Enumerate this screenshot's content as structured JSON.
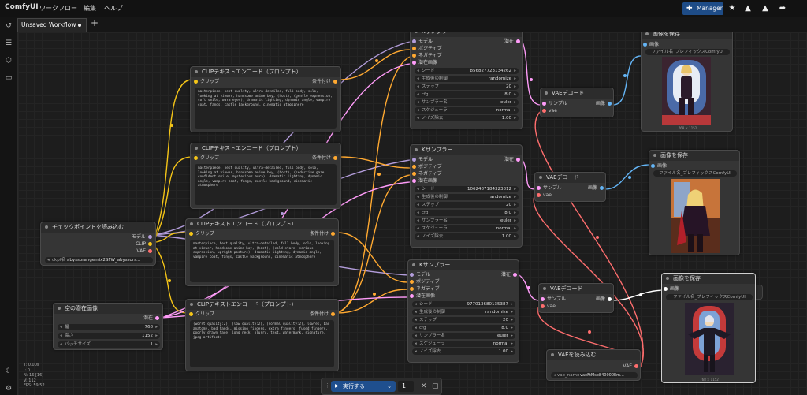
{
  "topbar": {
    "logo": "ComfyUI",
    "menu": [
      "ワークフロー",
      "編集",
      "ヘルプ"
    ],
    "manager_label": "Manager"
  },
  "tabs": {
    "active": "Unsaved Workflow",
    "add": "+"
  },
  "nodes": {
    "ksampler": {
      "title": "Kサンプラー",
      "inputs": [
        "モデル",
        "ポジティブ",
        "ネガティブ",
        "潜在画像"
      ],
      "output": "潜在",
      "widget_labels": [
        "シード",
        "生成後の制御",
        "ステップ",
        "cfg",
        "サンプラー名",
        "スケジューラ",
        "ノイズ除去"
      ]
    },
    "ks1_values": [
      "856827723134262",
      "randomize",
      "20",
      "8.0",
      "euler",
      "normal",
      "1.00"
    ],
    "ks2_values": [
      "1062487184323812",
      "randomize",
      "20",
      "8.0",
      "euler",
      "normal",
      "1.00"
    ],
    "ks3_values": [
      "977013680135387",
      "randomize",
      "20",
      "8.0",
      "euler",
      "normal",
      "1.00"
    ],
    "clip": {
      "title": "CLIPテキストエンコード（プロンプト）",
      "input": "クリップ",
      "output": "条件付け"
    },
    "clip1_text": "masterpiece, best quality, ultra-detailed, full body, solo, looking at viewer, handsome anime boy, (host), (gentle expression, soft smile, warm eyes), dramatic lighting, dynamic angle, vampire coat, fangs, castle background, cinematic atmosphere",
    "clip2_text": "masterpiece, best quality, ultra-detailed, full body, solo, looking at viewer, handsome anime boy, (host), (seductive gaze, confident smile, mysterious aura), dramatic lighting, dynamic angle, vampire coat, fangs, castle background, cinematic atmosphere",
    "clip3_text": "masterpiece, best quality, ultra-detailed, full body, solo, looking at viewer, handsome anime boy, (host), (cold stare, serious expression, upright posture), dramatic lighting, dynamic angle, vampire coat, fangs, castle background, cinematic atmosphere",
    "clip4_text": "(worst quality:2), (low quality:2), (normal quality:2), lowres, bad anatomy, bad hands, missing fingers, extra fingers, fused fingers, poorly drawn face, long neck, blurry, text, watermark, signature, jpeg artifacts",
    "vaedecode": {
      "title": "VAEデコード",
      "inputs": [
        "サンプル",
        "vae"
      ],
      "output": "画像"
    },
    "save": {
      "title": "画像を保存",
      "input": "画像",
      "prefix": "ファイル名_プレフィックスComfyUI",
      "caption": "768 × 1152"
    },
    "checkpoint": {
      "title": "チェックポイントを読み込む",
      "outputs": [
        "モデル",
        "CLIP",
        "VAE"
      ],
      "widget_label": "ckpt名",
      "widget_value": "abyssorangemix2SFW_abyssors..."
    },
    "latent": {
      "title": "空の潜在画像",
      "output": "潜在",
      "widget_labels": [
        "幅",
        "高さ",
        "バッチサイズ"
      ],
      "widget_values": [
        "768",
        "1152",
        "1"
      ]
    },
    "vaeload": {
      "title": "VAEを読み込む",
      "output": "VAE",
      "widget_label": "vae_name",
      "widget_value": "vaeFtMse840000Em..."
    }
  },
  "runbar": {
    "run_label": "実行する",
    "count": "1"
  },
  "stats": [
    "T: 0.00s",
    "I: 0",
    "N: 16 [16]",
    "V: 112",
    "FPS: 59.52"
  ],
  "colors": {
    "model": "#b39ddb",
    "clip": "#f5c518",
    "vae": "#ff6e6e",
    "conditioning": "#ffa931",
    "latent": "#ff9cf9",
    "image": "#64b5f6",
    "accent": "#1e4c87"
  }
}
